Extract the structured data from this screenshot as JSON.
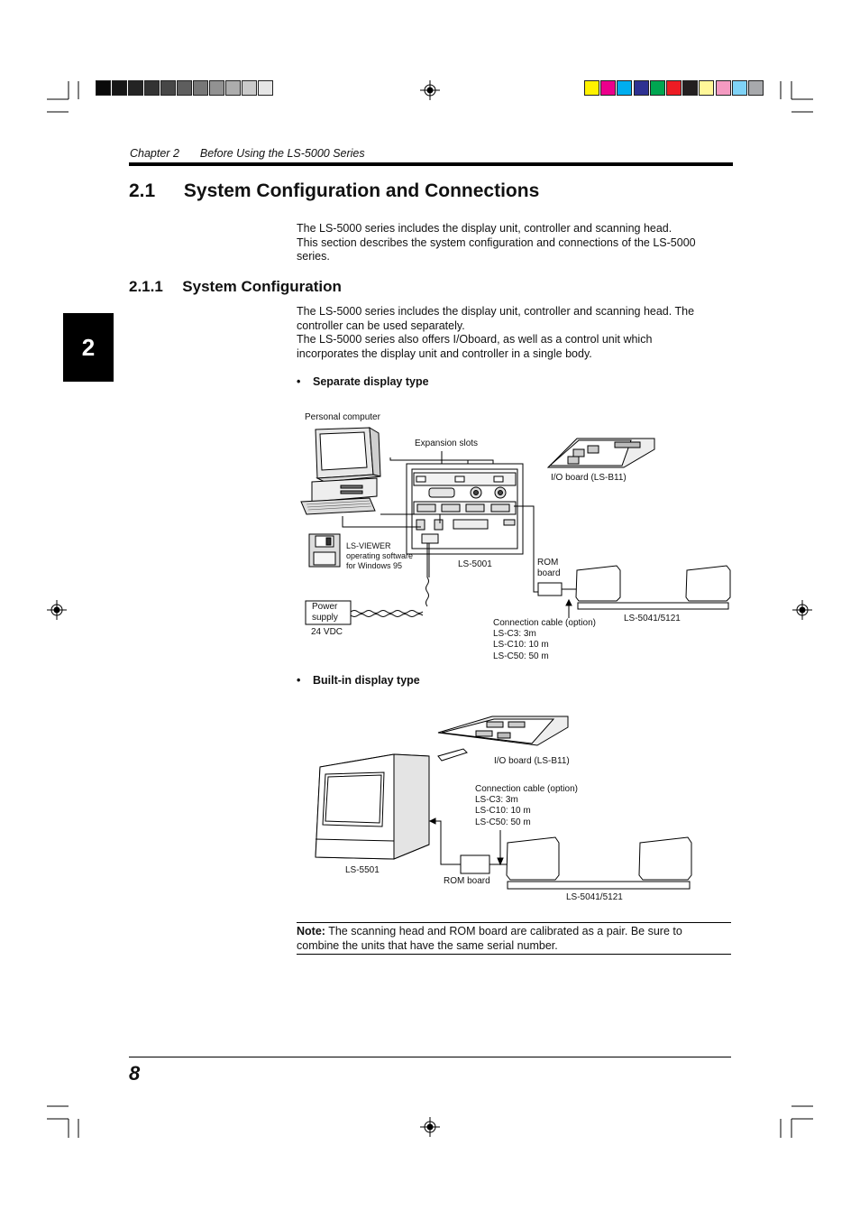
{
  "header": {
    "chapter": "Chapter 2",
    "title": "Before Using the LS-5000 Series"
  },
  "chapter_tab": "2",
  "section": {
    "number": "2.1",
    "title": "System Configuration and Connections",
    "intro_lines": [
      "The LS-5000 series includes the display unit, controller and scanning head.",
      "This section describes the system configuration and connections of the LS-5000",
      "series."
    ]
  },
  "subsection": {
    "number": "2.1.1",
    "title": "System Configuration",
    "body_lines": [
      "The LS-5000 series includes the display unit, controller and scanning head. The",
      "controller can be used separately.",
      "The LS-5000 series also offers I/Oboard, as well as a control unit which",
      "incorporates the display unit and controller in a single body."
    ]
  },
  "diagram1": {
    "bullet": "Separate display type",
    "personal_computer": "Personal computer",
    "expansion_slots": "Expansion slots",
    "io_board": "I/O board (LS-B11)",
    "viewer_lines": [
      "LS-VIEWER",
      "operating software",
      "for Windows 95"
    ],
    "controller": "LS-5001",
    "rom_board_lines": [
      "ROM",
      "board"
    ],
    "power_lines": [
      "Power",
      "supply"
    ],
    "voltage": "24 VDC",
    "cable_lines": [
      "Connection cable (option)",
      "LS-C3: 3m",
      "LS-C10: 10 m",
      "LS-C50: 50 m"
    ],
    "heads": "LS-5041/5121"
  },
  "diagram2": {
    "bullet": "Built-in display type",
    "io_board": "I/O board (LS-B11)",
    "cable_lines": [
      "Connection cable (option)",
      "LS-C3: 3m",
      "LS-C10: 10 m",
      "LS-C50: 50 m"
    ],
    "unit": "LS-5501",
    "rom_board": "ROM board",
    "heads": "LS-5041/5121"
  },
  "note": {
    "label": "Note:",
    "line1": "The scanning head and ROM board are calibrated as a pair. Be sure to",
    "line2": "combine the units that have the same serial number."
  },
  "page_number": "8",
  "colors": {
    "gray_bar": [
      "#0a0a0a",
      "#161616",
      "#242424",
      "#333333",
      "#474747",
      "#5e5e5e",
      "#777777",
      "#929292",
      "#adadad",
      "#cacaca",
      "#e6e6e6"
    ],
    "color_bar": [
      "#fff200",
      "#ec008c",
      "#00aeef",
      "#2e3192",
      "#00a651",
      "#ed1c24",
      "#231f20",
      "#fff799",
      "#f49ac1",
      "#7fd3f7",
      "#a7a9ac"
    ]
  }
}
